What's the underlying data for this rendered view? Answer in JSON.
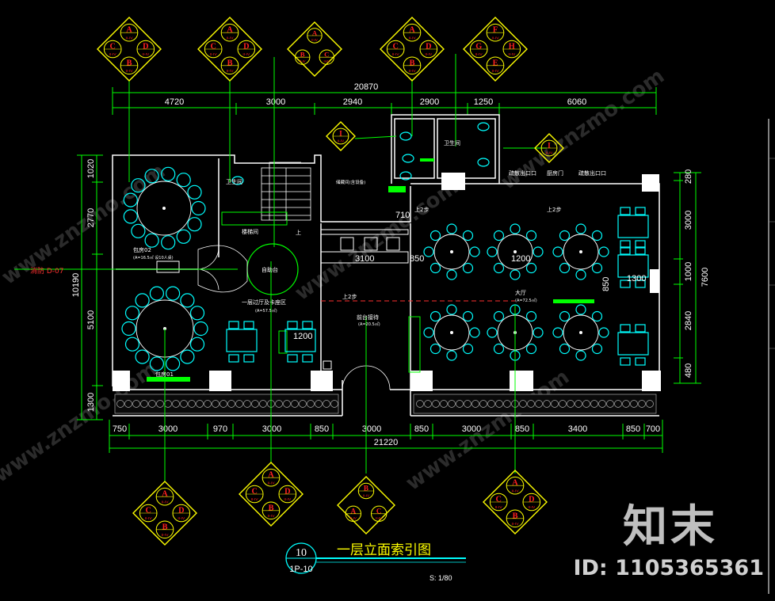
{
  "drawing": {
    "title": "一层立面索引图",
    "sheet_no": "10",
    "sheet_ref": "1P-10",
    "scale": "S: 1/80",
    "colors": {
      "bg": "#000000",
      "wall": "#ffffff",
      "dim": "#00ff00",
      "furniture": "#00ffff",
      "marker": "#ffff00",
      "marker_letter": "#ff0000",
      "tag": "#ff3030"
    }
  },
  "dimensions": {
    "top_total": "20870",
    "top_segments": [
      "4720",
      "3000",
      "2940",
      "2900",
      "1250",
      "6060"
    ],
    "bottom_total": "21220",
    "bottom_segments": [
      "750",
      "3000",
      "970",
      "3000",
      "850",
      "3000",
      "850",
      "3000",
      "850",
      "3400",
      "850",
      "700"
    ],
    "left_total": "10190",
    "left_segments": [
      "1020",
      "2770",
      "5100",
      "1300"
    ],
    "right_total": "7600",
    "right_segments": [
      "280",
      "3000",
      "1000",
      "2840",
      "480"
    ],
    "inner": [
      "3100",
      "850",
      "1200",
      "1300",
      "850",
      "1200",
      "710"
    ]
  },
  "rooms": {
    "private_room_02": "包房02",
    "private_room_02_note": "(A=16.5㎡ 设10人桌)",
    "private_room_01": "包房01",
    "toilet_a": "卫生间",
    "toilet_b": "卫生间",
    "lobby": "一层过厅及卡座区",
    "lobby_note": "(A=57.5㎡)",
    "reception": "前台接待",
    "reception_note": "(A=20.5㎡)",
    "hall": "大厅",
    "hall_note": "(A=72.5㎡)",
    "auto_stage": "自助台",
    "stair_area": "楼梯间",
    "up": "上",
    "up_2": "上2步",
    "door_kitchen": "厨房门",
    "door_exit_1": "疏散出口口",
    "door_exit_2": "疏散出口口",
    "reserved": "储藏间(含设备)",
    "tag_left": "消防 D-07"
  },
  "markers": [
    {
      "id": "m1",
      "letters": [
        "A",
        "C",
        "D",
        "B"
      ],
      "sub": "II-IV"
    },
    {
      "id": "m2",
      "letters": [
        "A",
        "C",
        "D",
        "B"
      ],
      "sub": "II-IV"
    },
    {
      "id": "m3",
      "letters": [
        "A",
        "B",
        "C"
      ],
      "sub": "II-IV"
    },
    {
      "id": "m4",
      "letters": [
        "A",
        "C",
        "D",
        "B"
      ],
      "sub": "II-IV"
    },
    {
      "id": "m5",
      "letters": [
        "F",
        "G",
        "H",
        "E"
      ],
      "sub": "II-IV"
    },
    {
      "id": "m6",
      "letters": [
        "A",
        "C",
        "D",
        "B"
      ],
      "sub": "II-IV"
    },
    {
      "id": "m7",
      "letters": [
        "A",
        "C",
        "D",
        "B"
      ],
      "sub": "II-IV"
    },
    {
      "id": "m8",
      "letters": [
        "B",
        "A",
        "C"
      ],
      "sub": "II-IV"
    },
    {
      "id": "m9",
      "letters": [
        "A",
        "C",
        "D",
        "B"
      ],
      "sub": "II-IV"
    },
    {
      "id": "m10",
      "letters": [
        "I"
      ],
      "sub": "II-IV"
    },
    {
      "id": "m11",
      "letters": [
        "I"
      ],
      "sub": "II-IV"
    }
  ],
  "watermark": {
    "logo": "知末",
    "id": "ID: 1105365361",
    "url": "www.znzmo.com"
  }
}
